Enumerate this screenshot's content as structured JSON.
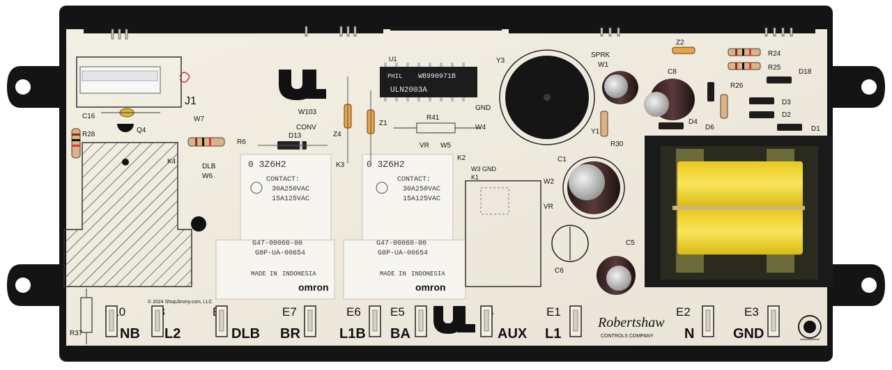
{
  "board": {
    "copyright": "© 2024 ShopJimmy.com, LLC",
    "brand": "Robertshaw",
    "brand_sub": "CONTROLS COMPANY",
    "j1": "J1",
    "chip_label": "ULN2003A",
    "chip_code": "WB990971B",
    "chip_sub": "PHIL",
    "chip_ref": "U1"
  },
  "relays": [
    {
      "code": "0 3Z6H2",
      "line1": "CONTACT:",
      "line2": "30A250VAC",
      "line3": "15A125VAC",
      "part": "G47-00060-00",
      "model": "G8P-UA-00654",
      "made": "MADE IN",
      "country": "INDONESIA",
      "brand": "omron",
      "ref": "K3"
    },
    {
      "code": "0 3Z6H2",
      "line1": "CONTACT:",
      "line2": "30A250VAC",
      "line3": "15A125VAC",
      "part": "G47-00060-00",
      "model": "G8P-UA-00654",
      "made": "MADE IN",
      "country": "INDONESIA",
      "brand": "omron",
      "ref": "K2"
    }
  ],
  "silk_labels": {
    "c16": "C16",
    "q4": "Q4",
    "r28": "R28",
    "w7": "W7",
    "r6": "R6",
    "d13": "D13",
    "conv": "CONV",
    "w103": "W103",
    "z4": "Z4",
    "z1": "Z1",
    "r41": "R41",
    "w5": "W5",
    "vr": "VR",
    "gnd": "GND",
    "w4": "W4",
    "y3": "Y3",
    "y1": "Y1",
    "r30": "R30",
    "sprk": "SPRK",
    "w1": "W1",
    "c8": "C8",
    "z2": "Z2",
    "r24": "R24",
    "r25": "R25",
    "d18": "D18",
    "r26": "R26",
    "d3": "D3",
    "d2": "D2",
    "d1": "D1",
    "d4": "D4",
    "d6": "D6",
    "dlb": "DLB",
    "w6": "W6",
    "k4": "K4",
    "w3gnd": "W3 GND",
    "k1": "K1",
    "w2": "W2",
    "vr2": "VR",
    "c1": "C1",
    "c5": "C5",
    "c6": "C6",
    "r37": "R37"
  },
  "terminals": [
    {
      "ref": "E10",
      "label": "NB"
    },
    {
      "ref": "E8",
      "label": "L2"
    },
    {
      "ref": "E9",
      "label": "DLB"
    },
    {
      "ref": "E7",
      "label": "BR"
    },
    {
      "ref": "E6",
      "label": "L1B"
    },
    {
      "ref": "E5",
      "label": "BA"
    },
    {
      "ref": "E4",
      "label": "AUX"
    },
    {
      "ref": "E1",
      "label": "L1"
    },
    {
      "ref": "E2",
      "label": "N"
    },
    {
      "ref": "E3",
      "label": "GND"
    }
  ],
  "colors": {
    "pcb": "#f1ede2",
    "frame": "#141414",
    "relay": "#f7f5ef",
    "coil": "#f0d52a"
  }
}
